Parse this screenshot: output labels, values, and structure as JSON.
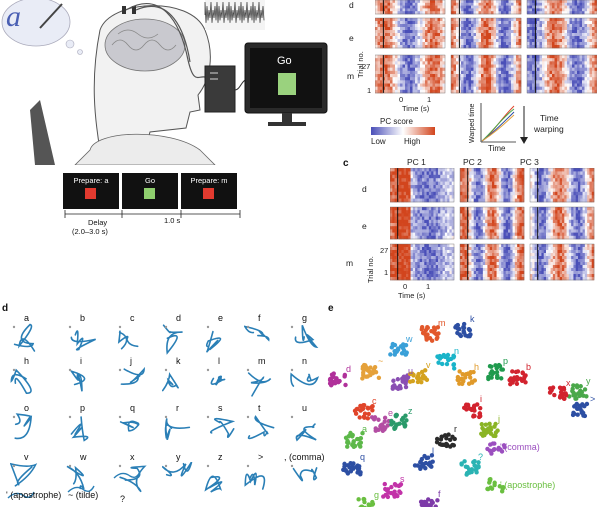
{
  "panel_a": {
    "go_screen_text": "Go",
    "neuron_glyph": "a"
  },
  "panel_b_timeline": {
    "screens": [
      {
        "text": "Prepare: a",
        "square_color": "#e23a2f"
      },
      {
        "text": "Go",
        "square_color": "#8fcf6e"
      },
      {
        "text": "Prepare: m",
        "square_color": "#e23a2f"
      }
    ],
    "delay_label": "Delay",
    "delay_range": "(2.0–3.0 s)",
    "go_duration": "1.0 s"
  },
  "panel_top_right": {
    "row_labels": [
      "d",
      "e",
      "m"
    ],
    "trial_axis_label": "Trial no.",
    "trial_top": "27",
    "trial_bottom": "1",
    "time_ticks": [
      "0",
      "1"
    ],
    "time_axis_label": "Time (s)",
    "colorbar_title": "PC score",
    "colorbar_low": "Low",
    "colorbar_high": "High",
    "warp_y_label": "Warped time",
    "warp_x_label": "Time",
    "warp_arrow_label_1": "Time",
    "warp_arrow_label_2": "warping"
  },
  "panel_c": {
    "letter": "c",
    "pc_titles": [
      "PC 1",
      "PC 2",
      "PC 3"
    ],
    "row_labels": [
      "d",
      "e",
      "m"
    ],
    "trial_axis_label": "Trial no.",
    "trial_top": "27",
    "trial_bottom": "1",
    "time_ticks": [
      "0",
      "1"
    ],
    "time_axis_label": "Time (s)"
  },
  "panel_d": {
    "letter": "d",
    "characters": [
      {
        "label": "a"
      },
      {
        "label": "b"
      },
      {
        "label": "c"
      },
      {
        "label": "d"
      },
      {
        "label": "e"
      },
      {
        "label": "f"
      },
      {
        "label": "g"
      },
      {
        "label": "h"
      },
      {
        "label": "i"
      },
      {
        "label": "j"
      },
      {
        "label": "k"
      },
      {
        "label": "l"
      },
      {
        "label": "m"
      },
      {
        "label": "n"
      },
      {
        "label": "o"
      },
      {
        "label": "p"
      },
      {
        "label": "q"
      },
      {
        "label": "r"
      },
      {
        "label": "s"
      },
      {
        "label": "t"
      },
      {
        "label": "u"
      },
      {
        "label": "v"
      },
      {
        "label": "w"
      },
      {
        "label": "x"
      },
      {
        "label": "y"
      },
      {
        "label": "z"
      },
      {
        "label": ">"
      },
      {
        "label": ", (comma)"
      }
    ],
    "last_row": [
      "' (apostrophe)",
      "~ (tilde)",
      "?"
    ],
    "stroke_color": "#2a7fb6"
  },
  "panel_e": {
    "letter": "e",
    "clusters": [
      {
        "label": "m",
        "color": "#e2582b"
      },
      {
        "label": "w",
        "color": "#3aa0d8"
      },
      {
        "label": "k",
        "color": "#2d4fa3"
      },
      {
        "label": "d",
        "color": "#b0309a"
      },
      {
        "label": "~",
        "color": "#e5a13a"
      },
      {
        "label": "u",
        "color": "#8a4fb3"
      },
      {
        "label": "v",
        "color": "#d4a21e"
      },
      {
        "label": "n",
        "color": "#1ab4c9"
      },
      {
        "label": "h",
        "color": "#e09a2a"
      },
      {
        "label": "p",
        "color": "#1f9a4d"
      },
      {
        "label": "b",
        "color": "#d2232e"
      },
      {
        "label": "y",
        "color": "#4aa84a"
      },
      {
        "label": "x",
        "color": "#d2232e"
      },
      {
        "label": ">",
        "color": "#2d4fa3"
      },
      {
        "label": "c",
        "color": "#e0452a"
      },
      {
        "label": "e",
        "color": "#b34da3"
      },
      {
        "label": "z",
        "color": "#2a9a6a"
      },
      {
        "label": "i",
        "color": "#d2232e"
      },
      {
        "label": "j",
        "color": "#8ab424"
      },
      {
        "label": "a",
        "color": "#5db84a"
      },
      {
        "label": "r",
        "color": "#2b2b2b"
      },
      {
        "label": "q",
        "color": "#2d4fa3"
      },
      {
        "label": "l",
        "color": "#2d4fa3"
      },
      {
        "label": "?",
        "color": "#2ab3b3"
      },
      {
        "label": "s",
        "color": "#c233a8"
      },
      {
        "label": "g",
        "color": "#6abf40"
      },
      {
        "label": "f",
        "color": "#7d3aa8"
      },
      {
        "label": "' (comma)",
        "color": "#9b4fbf"
      },
      {
        "label": "' (apostrophe)",
        "color": "#6abf40"
      }
    ]
  },
  "colors": {
    "pc_low": "#4a4fb8",
    "pc_high": "#d2451d",
    "stroke": "#2a7fb6"
  }
}
